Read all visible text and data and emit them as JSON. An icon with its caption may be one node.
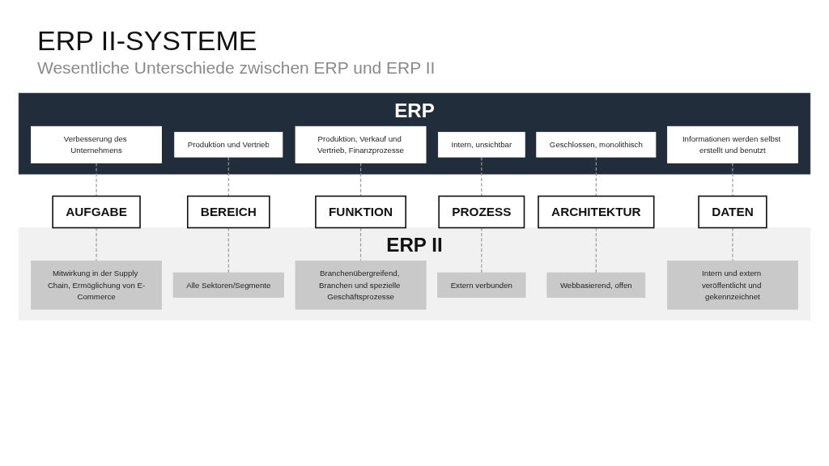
{
  "diagram": {
    "title": "ERP II-SYSTEME",
    "nodes": [
      {
        "text": [
          "ERP"
        ]
      },
      {
        "text": [
          "Verbesserung des Unternehmens"
        ],
        "in": 0
      },
      {
        "text": [
          "Produktion und Vertrieb"
        ],
        "in": 0
      },
      {
        "text": [
          "Produktion, Verkauf und Vertrieb, Finanzprozesse"
        ],
        "in": 0
      },
      {
        "text": [
          "Intern, unsichtbar"
        ],
        "in": 0
      },
      {
        "text": [
          "Geschlossen, monolithisch"
        ],
        "in": 0
      },
      {
        "text": [
          "Informationen werden selbst erstellt und benutzt"
        ],
        "in": 0
      },
      {
        "text": [
          "AUFGABE"
        ]
      },
      {
        "text": [
          "BEREICH"
        ]
      },
      {
        "text": [
          "FUNKTION"
        ]
      },
      {
        "text": [
          "PROZESS"
        ]
      },
      {
        "text": [
          "ARCHITEKTUR"
        ]
      },
      {
        "text": [
          "DATEN"
        ]
      },
      {
        "text": [
          "ERP II"
        ]
      },
      {
        "text": [
          "Mitwirkung in der Supply Chain, Ermöglichung von E-Commerce"
        ],
        "in": 13
      },
      {
        "text": [
          "Alle Sektoren/Segmente"
        ],
        "in": 13
      },
      {
        "text": [
          "Branchenübergreifend, Branchen und spezielle Geschäftsprozesse"
        ],
        "in": 13
      },
      {
        "text": [
          "Extern verbunden"
        ],
        "in": 13
      },
      {
        "text": [
          "Webbasierend, offen"
        ],
        "in": 13
      },
      {
        "text": [
          "Intern und extern veröffentlicht und gekennzeichnet"
        ],
        "in": 13
      }
    ],
    "edges": [
      {
        "from": 1,
        "to": 7,
        "arrow": "none",
        "style": "dashed"
      },
      {
        "from": 7,
        "to": 14,
        "arrow": "none",
        "style": "dashed"
      },
      {
        "from": 2,
        "to": 8,
        "arrow": "none",
        "style": "dashed"
      },
      {
        "from": 8,
        "to": 15,
        "arrow": "none",
        "style": "dashed"
      },
      {
        "from": 3,
        "to": 9,
        "arrow": "none",
        "style": "dashed"
      },
      {
        "from": 9,
        "to": 16,
        "arrow": "none",
        "style": "dashed"
      },
      {
        "from": 4,
        "to": 10,
        "arrow": "none",
        "style": "dashed"
      },
      {
        "from": 10,
        "to": 17,
        "arrow": "none",
        "style": "dashed"
      },
      {
        "from": 5,
        "to": 11,
        "arrow": "none",
        "style": "dashed"
      },
      {
        "from": 11,
        "to": 18,
        "arrow": "none",
        "style": "dashed"
      },
      {
        "from": 6,
        "to": 12,
        "arrow": "none",
        "style": "dashed"
      },
      {
        "from": 12,
        "to": 19,
        "arrow": "none",
        "style": "dashed"
      }
    ],
    "labels": [
      "Wesentliche Unterschiede zwischen ERP und ERP II"
    ]
  }
}
